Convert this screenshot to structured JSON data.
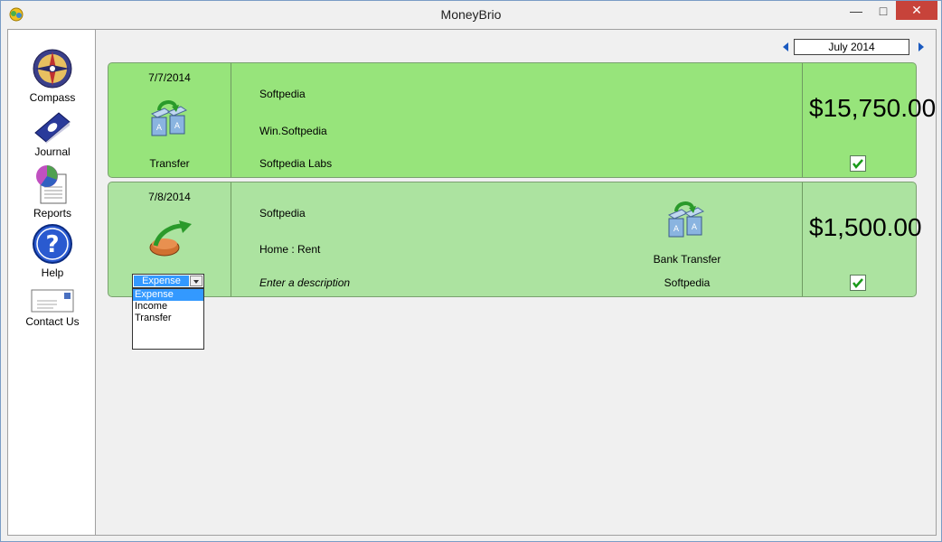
{
  "window": {
    "title": "MoneyBrio",
    "min_glyph": "—",
    "max_glyph": "□",
    "close_glyph": "✕"
  },
  "sidebar": {
    "items": [
      {
        "label": "Compass",
        "icon": "compass-icon"
      },
      {
        "label": "Journal",
        "icon": "journal-icon"
      },
      {
        "label": "Reports",
        "icon": "reports-icon"
      },
      {
        "label": "Help",
        "icon": "help-icon"
      },
      {
        "label": "Contact Us",
        "icon": "envelope-icon"
      }
    ]
  },
  "month_nav": {
    "current": "July 2014"
  },
  "entries": [
    {
      "date": "7/7/2014",
      "type": "Transfer",
      "line1": "Softpedia",
      "line2": "Win.Softpedia",
      "line3": "Softpedia Labs",
      "amount": "$15,750.00",
      "checked": true
    },
    {
      "date": "7/8/2014",
      "type": "Expense",
      "line1": "Softpedia",
      "line2": "Home : Rent",
      "line3_placeholder": "Enter a description",
      "bank_label": "Bank Transfer",
      "bank_account": "Softpedia",
      "amount": "$1,500.00",
      "checked": true
    }
  ],
  "type_dropdown": {
    "selected": "Expense",
    "options": [
      "Expense",
      "Income",
      "Transfer"
    ]
  },
  "colors": {
    "entry1_bg": "#97e47b",
    "entry2_bg": "#ace3a0",
    "selection": "#3399ff",
    "close_button": "#c7433a"
  }
}
